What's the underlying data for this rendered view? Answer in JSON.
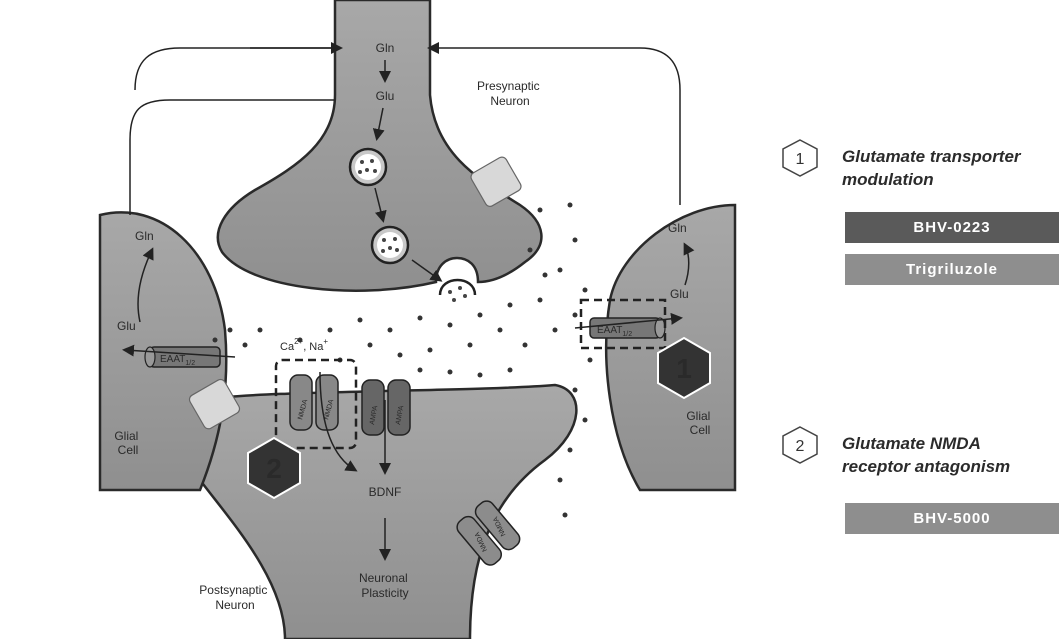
{
  "diagram": {
    "presynaptic_label": [
      "Presynaptic",
      "Neuron"
    ],
    "postsynaptic_label": [
      "Postsynaptic",
      "Neuron"
    ],
    "glial_label": [
      "Glial",
      "Cell"
    ],
    "gln": "Gln",
    "glu": "Glu",
    "bdnf": "BDNF",
    "plasticity": [
      "Neuronal",
      "Plasticity"
    ],
    "eaat": "EAAT",
    "eaat_sub": "1/2",
    "ions_ca": "Ca",
    "ions_sup": "2+",
    "ions_na": ", Na",
    "ions_na_sup": "+",
    "receptor_nmda": "NMDA",
    "receptor_ampa": "AMPA",
    "marker_1": "1",
    "marker_2": "2"
  },
  "legend": {
    "items": [
      {
        "number": "1",
        "title_line1": "Glutamate transporter",
        "title_line2": "modulation",
        "drugs": [
          "BHV-0223",
          "Trigriluzole"
        ]
      },
      {
        "number": "2",
        "title_line1": "Glutamate NMDA",
        "title_line2": "receptor antagonism",
        "drugs": [
          "BHV-5000"
        ]
      }
    ]
  },
  "colors": {
    "cell_fill": "#9a9a9a",
    "dark_hex": "#333333",
    "drug_dark": "#5a5a5a",
    "drug_light": "#8e8e8e"
  }
}
